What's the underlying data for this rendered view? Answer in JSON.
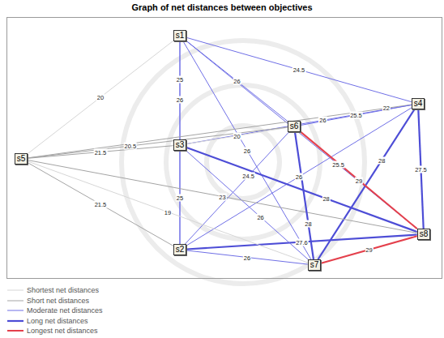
{
  "diagram": {
    "title": "Graph of net distances between objectives",
    "nodes": [
      {
        "text": [
          "s1"
        ]
      },
      {
        "text": [
          "s4"
        ]
      },
      {
        "text": [
          "s6"
        ]
      },
      {
        "text": [
          "s3"
        ]
      },
      {
        "text": [
          "s5"
        ]
      },
      {
        "text": [
          "s8"
        ]
      },
      {
        "text": [
          "s2"
        ]
      },
      {
        "text": [
          "s7"
        ]
      }
    ],
    "edges": [
      {
        "from": 0,
        "to": 6,
        "arrow": "none",
        "label": "26"
      },
      {
        "from": 0,
        "to": 3,
        "arrow": "none",
        "label": "25"
      },
      {
        "from": 0,
        "to": 1,
        "arrow": "none",
        "label": "24.5"
      },
      {
        "from": 0,
        "to": 4,
        "arrow": "none",
        "label": "20"
      },
      {
        "from": 0,
        "to": 2,
        "arrow": "none",
        "label": "26"
      },
      {
        "from": 0,
        "to": 7,
        "arrow": "none",
        "label": "26"
      },
      {
        "from": 0,
        "to": 5,
        "arrow": "none",
        "label": "25.5"
      },
      {
        "from": 3,
        "to": 6,
        "arrow": "none",
        "label": "25"
      },
      {
        "from": 1,
        "to": 6,
        "arrow": "none",
        "label": "26"
      },
      {
        "from": 4,
        "to": 6,
        "arrow": "none",
        "label": "21.5"
      },
      {
        "from": 2,
        "to": 6,
        "arrow": "none",
        "label": "24.5"
      },
      {
        "from": 6,
        "to": 7,
        "arrow": "none",
        "label": "26"
      },
      {
        "from": 5,
        "to": 6,
        "arrow": "none",
        "label": "27.6"
      },
      {
        "from": 1,
        "to": 3,
        "arrow": "none",
        "label": "26"
      },
      {
        "from": 3,
        "to": 4,
        "arrow": "none",
        "label": "21.5"
      },
      {
        "from": 2,
        "to": 3,
        "arrow": "none",
        "label": "20"
      },
      {
        "from": 3,
        "to": 7,
        "arrow": "none",
        "label": "26"
      },
      {
        "from": 3,
        "to": 5,
        "arrow": "none",
        "label": "28"
      },
      {
        "from": 1,
        "to": 4,
        "arrow": "none",
        "label": "22"
      },
      {
        "from": 1,
        "to": 2,
        "arrow": "none",
        "label": "25.5"
      },
      {
        "from": 1,
        "to": 7,
        "arrow": "none",
        "label": "28"
      },
      {
        "from": 1,
        "to": 5,
        "arrow": "none",
        "label": "27.5"
      },
      {
        "from": 2,
        "to": 4,
        "arrow": "none",
        "label": "20.5"
      },
      {
        "from": 4,
        "to": 7,
        "arrow": "none",
        "label": "19"
      },
      {
        "from": 4,
        "to": 5,
        "arrow": "none",
        "label": "23"
      },
      {
        "from": 2,
        "to": 7,
        "arrow": "none",
        "label": "28"
      },
      {
        "from": 2,
        "to": 5,
        "arrow": "none",
        "label": "29"
      },
      {
        "from": 7,
        "to": 5,
        "arrow": "none",
        "label": "29"
      }
    ],
    "legend": [
      {
        "text": "Shortest net distances"
      },
      {
        "text": "Short net distances"
      },
      {
        "text": "Moderate net distances"
      },
      {
        "text": "Long net distances"
      },
      {
        "text": "Longest net distances"
      }
    ]
  }
}
